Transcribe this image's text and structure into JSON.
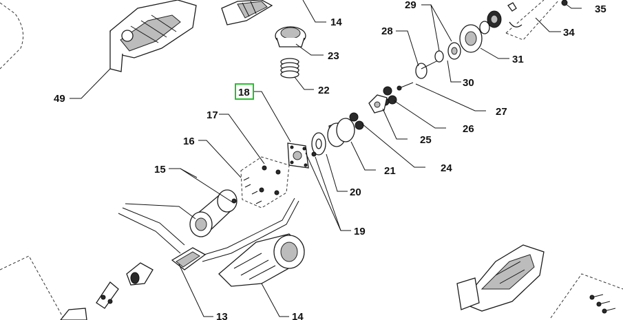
{
  "callouts": {
    "c13": "13",
    "c14_top": "14",
    "c14_bottom": "14",
    "c15": "15",
    "c16": "16",
    "c17": "17",
    "c18": "18",
    "c19": "19",
    "c20": "20",
    "c21": "21",
    "c22": "22",
    "c23": "23",
    "c24": "24",
    "c25": "25",
    "c26": "26",
    "c27": "27",
    "c28": "28",
    "c29": "29",
    "c30": "30",
    "c31": "31",
    "c34": "34",
    "c35": "35",
    "c49": "49"
  },
  "highlight": {
    "selected_callout": "18",
    "color": "#22c22a"
  },
  "colors": {
    "ink": "#111111",
    "paper": "#ffffff",
    "shade": "#bcbcbc"
  }
}
